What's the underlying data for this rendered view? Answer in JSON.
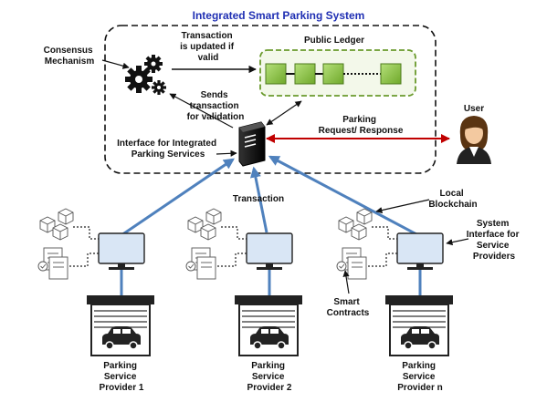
{
  "title": "Integrated Smart Parking System",
  "labels": {
    "consensus": [
      "Consensus",
      "Mechanism"
    ],
    "tx_updated": [
      "Transaction",
      "is updated if",
      "valid"
    ],
    "public_ledger": "Public Ledger",
    "sends_tx": [
      "Sends",
      "transaction",
      "for validation"
    ],
    "interface": [
      "Interface for Integrated",
      "Parking Services"
    ],
    "parking_req": [
      "Parking",
      "Request/ Response"
    ],
    "user": "User",
    "transaction": "Transaction",
    "local_blockchain": [
      "Local",
      "Blockchain"
    ],
    "system_interface": [
      "System",
      "Interface for",
      "Service",
      "Providers"
    ],
    "smart_contracts": [
      "Smart",
      "Contracts"
    ]
  },
  "providers": [
    {
      "lines": [
        "Parking",
        "Service",
        "Provider 1"
      ]
    },
    {
      "lines": [
        "Parking",
        "Service",
        "Provider 2"
      ]
    },
    {
      "lines": [
        "Parking",
        "Service",
        "Provider n"
      ]
    }
  ],
  "colors": {
    "title": "#1f2fb3",
    "ledger_block": "#8dc63f",
    "ledger_border": "#6a9a2c",
    "arrow_blue": "#4f81bd",
    "arrow_red": "#c00000",
    "monitor_screen": "#d9e6f5"
  }
}
